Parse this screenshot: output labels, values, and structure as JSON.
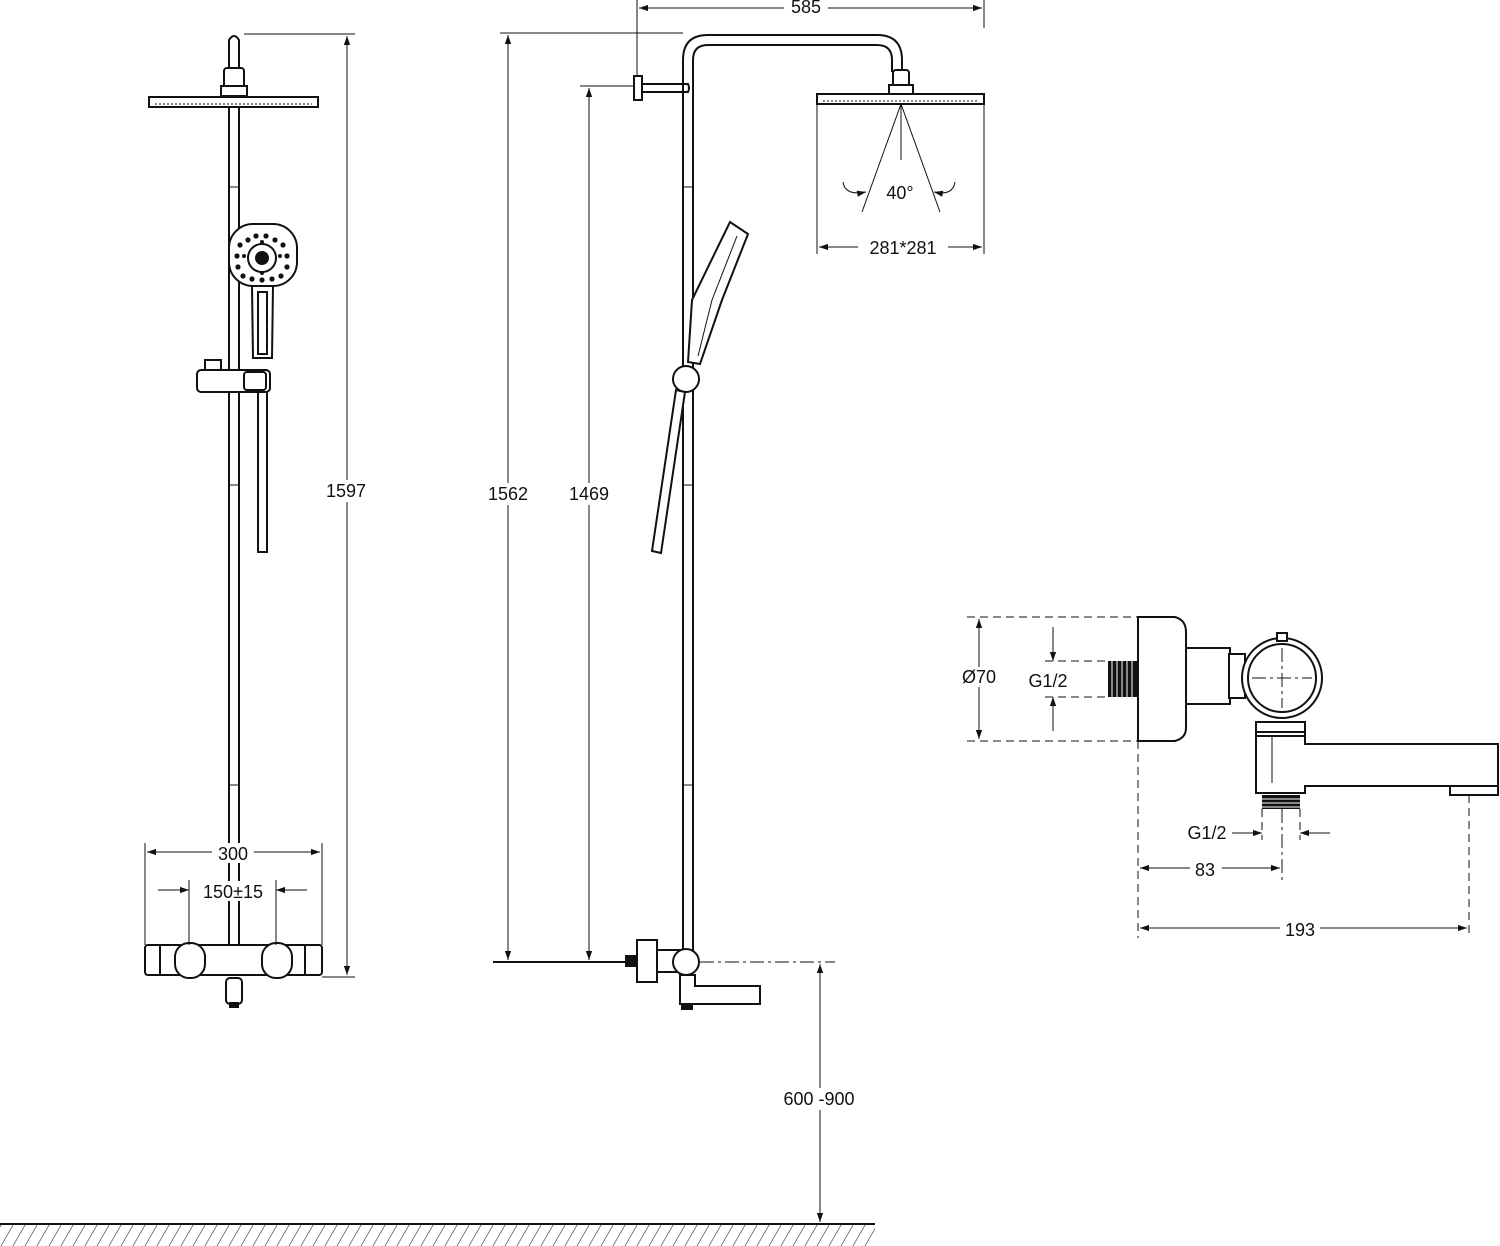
{
  "front_view": {
    "width_dim": "300",
    "inlet_spacing_dim": "150±15",
    "total_height_dim": "1597"
  },
  "side_view": {
    "projection_dim": "585",
    "height_to_top_dim": "1562",
    "height_to_bracket_dim": "1469",
    "spray_angle_dim": "40°",
    "head_size_dim": "281*281",
    "mount_height_dim": "600 -900"
  },
  "mixer_detail": {
    "body_diameter_dim": "Ø70",
    "inlet_thread_dim": "G1/2",
    "outlet_thread_dim": "G1/2",
    "outlet_offset_dim": "83",
    "spout_length_dim": "193"
  },
  "colors": {
    "line": "#111111",
    "background": "#ffffff"
  }
}
